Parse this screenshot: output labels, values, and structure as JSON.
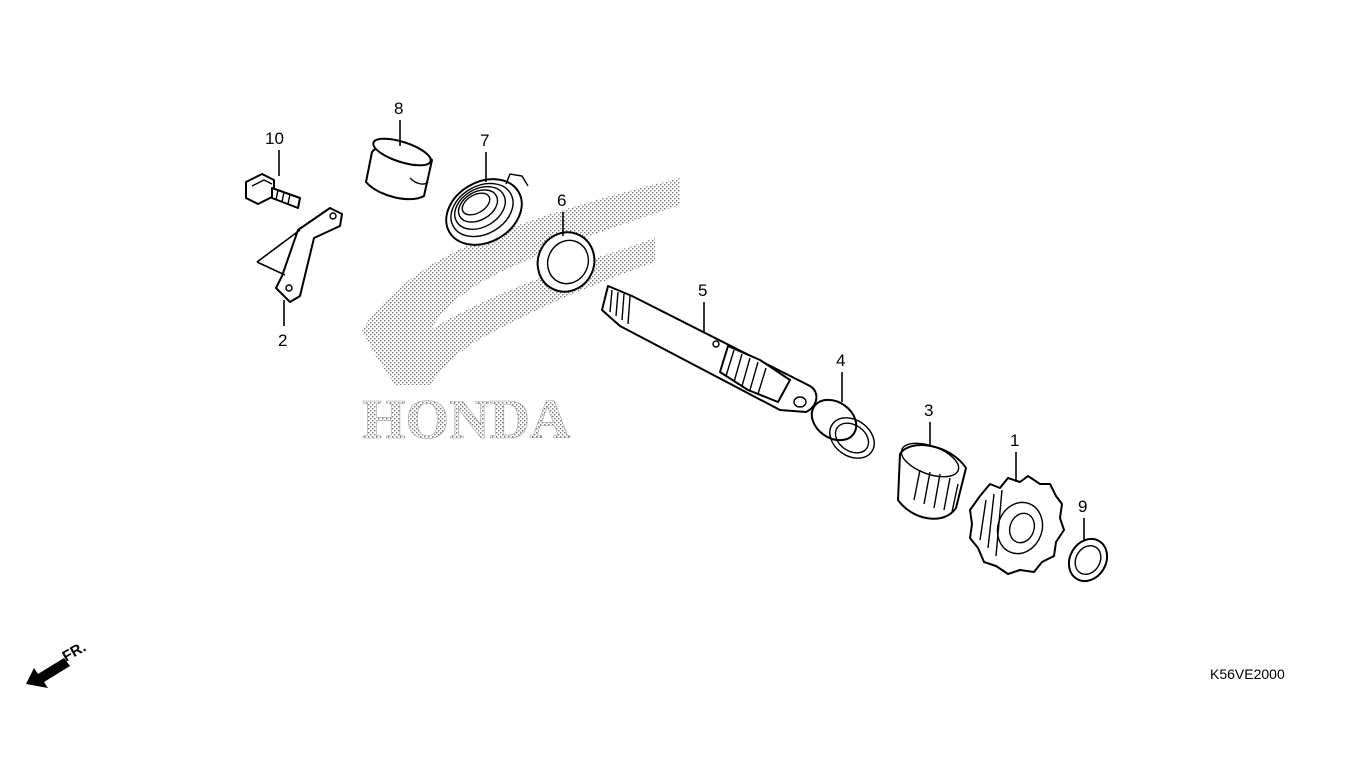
{
  "watermark": {
    "brand": "HONDA",
    "logo": "wing-logo"
  },
  "direction_indicator": {
    "label": "FR.",
    "icon": "front-arrow-icon"
  },
  "diagram_code": "K56VE2000",
  "parts": [
    {
      "ref": "1",
      "name": "gear"
    },
    {
      "ref": "2",
      "name": "bracket"
    },
    {
      "ref": "3",
      "name": "ratchet"
    },
    {
      "ref": "4",
      "name": "spring"
    },
    {
      "ref": "5",
      "name": "spindle"
    },
    {
      "ref": "6",
      "name": "seal"
    },
    {
      "ref": "7",
      "name": "return-spring"
    },
    {
      "ref": "8",
      "name": "collar"
    },
    {
      "ref": "9",
      "name": "washer"
    },
    {
      "ref": "10",
      "name": "bolt"
    }
  ]
}
